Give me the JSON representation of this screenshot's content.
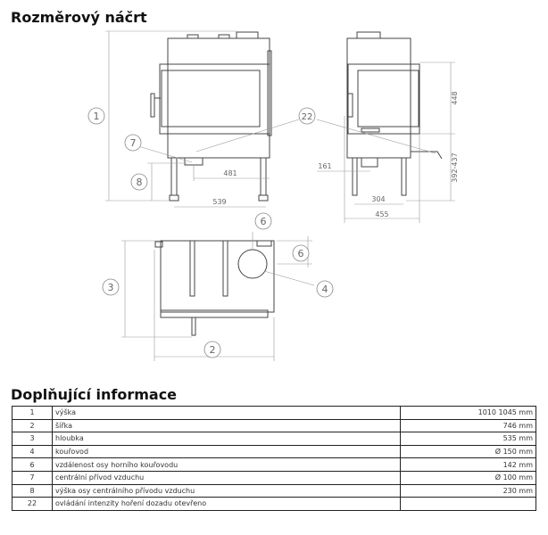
{
  "sketch_title": "Rozměrový náčrt",
  "info_title": "Doplňující informace",
  "drawing": {
    "callouts": {
      "c1": "1",
      "c7": "7",
      "c8": "8",
      "c22": "22",
      "c6a": "6",
      "c6b": "6",
      "c3": "3",
      "c4": "4",
      "c2": "2"
    },
    "dims": {
      "d481": "481",
      "d539": "539",
      "d161": "161",
      "d304": "304",
      "d455": "455",
      "d448": "448",
      "d392": "392-437"
    }
  },
  "rows": [
    {
      "num": "1",
      "label": "výška",
      "value": "1010 1045 mm"
    },
    {
      "num": "2",
      "label": "šířka",
      "value": "746 mm"
    },
    {
      "num": "3",
      "label": "hloubka",
      "value": "535 mm"
    },
    {
      "num": "4",
      "label": "kouřovod",
      "value": "Ø 150 mm"
    },
    {
      "num": "6",
      "label": "vzdálenost osy horního kouřovodu",
      "value": "142 mm"
    },
    {
      "num": "7",
      "label": "centrální přívod vzduchu",
      "value": "Ø 100 mm"
    },
    {
      "num": "8",
      "label": "výška osy centrálního přívodu vzduchu",
      "value": "230 mm"
    },
    {
      "num": "22",
      "label": "ovládání intenzity hoření   dozadu otevřeno",
      "value": ""
    }
  ]
}
